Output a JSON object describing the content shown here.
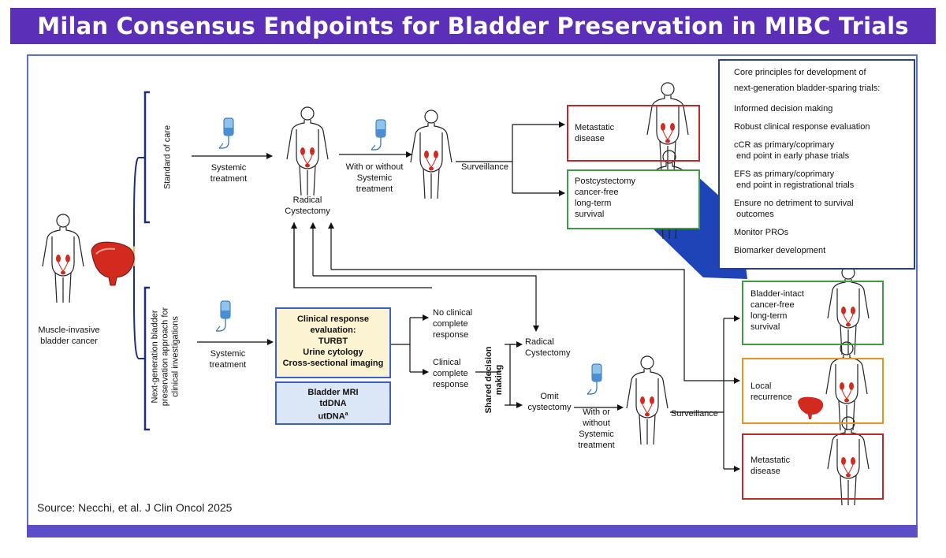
{
  "title": "Milan Consensus Endpoints for Bladder Preservation in MIBC Trials",
  "source": "Source: Necchi, et al.  J Clin Oncol 2025",
  "patient": {
    "line1": "Muscle-invasive",
    "line2": "bladder cancer"
  },
  "standard_of_care": {
    "label": "Standard of care",
    "systemic_1": "Systemic",
    "systemic_2": "treatment",
    "radical_1": "Radical",
    "radical_2": "Cystectomy",
    "with_1": "With or without",
    "with_2": "Systemic",
    "with_3": "treatment",
    "surveillance": "Surveillance",
    "metastatic_1": "Metastatic",
    "metastatic_2": "disease",
    "post_1": "Postcystectomy",
    "post_2": "cancer-free",
    "post_3": "long-term",
    "post_4": "survival"
  },
  "next_gen": {
    "label_1": "Next-generation bladder",
    "label_2": "preservation approach for",
    "label_3": "clinical investigations",
    "systemic_1": "Systemic",
    "systemic_2": "treatment",
    "eval_1": "Clinical response",
    "eval_2": "evaluation:",
    "eval_3": "TURBT",
    "eval_4": "Urine cytology",
    "eval_5": "Cross-sectional imaging",
    "bio_1": "Bladder MRI",
    "bio_2": "tdDNA",
    "bio_3": "utDNA",
    "bio_3_sup": "a",
    "no_ccr_1": "No clinical",
    "no_ccr_2": "complete",
    "no_ccr_3": "response",
    "ccr_1": "Clinical",
    "ccr_2": "complete",
    "ccr_3": "response",
    "shared_1": "Shared decision",
    "shared_2": "making",
    "radical_1": "Radical",
    "radical_2": "Cystectomy",
    "omit_1": "Omit",
    "omit_2": "cystectomy",
    "with_1": "With or",
    "with_2": "without",
    "with_3": "Systemic",
    "with_4": "treatment",
    "surveillance": "Surveillance",
    "intact_1": "Bladder-intact",
    "intact_2": "cancer-free",
    "intact_3": "long-term",
    "intact_4": "survival",
    "local_1": "Local",
    "local_2": "recurrence",
    "metastatic_1": "Metastatic",
    "metastatic_2": "disease"
  },
  "core_principles": {
    "header_1": "Core principles for development of",
    "header_2": "next-generation bladder-sparing  trials:",
    "items": [
      "Informed decision making",
      "Robust clinical response evaluation",
      "cCR as primary/coprimary",
      " end point in early phase trials",
      "EFS as primary/coprimary",
      " end point in registrational trials",
      "Ensure no detriment to survival",
      " outcomes",
      "Monitor PROs",
      "Biomarker development"
    ]
  },
  "colors": {
    "title_bg": "#5b2fb8",
    "red_box": "#c0282c",
    "green_box": "#3f9a45",
    "orange_box": "#e8941f",
    "blue_box": "#3a5fc8",
    "navy_box": "#2a3f87",
    "eval_fill": "#fbf3d2",
    "bio_fill": "#dbe7f7",
    "organ_red": "#d22a1e"
  }
}
